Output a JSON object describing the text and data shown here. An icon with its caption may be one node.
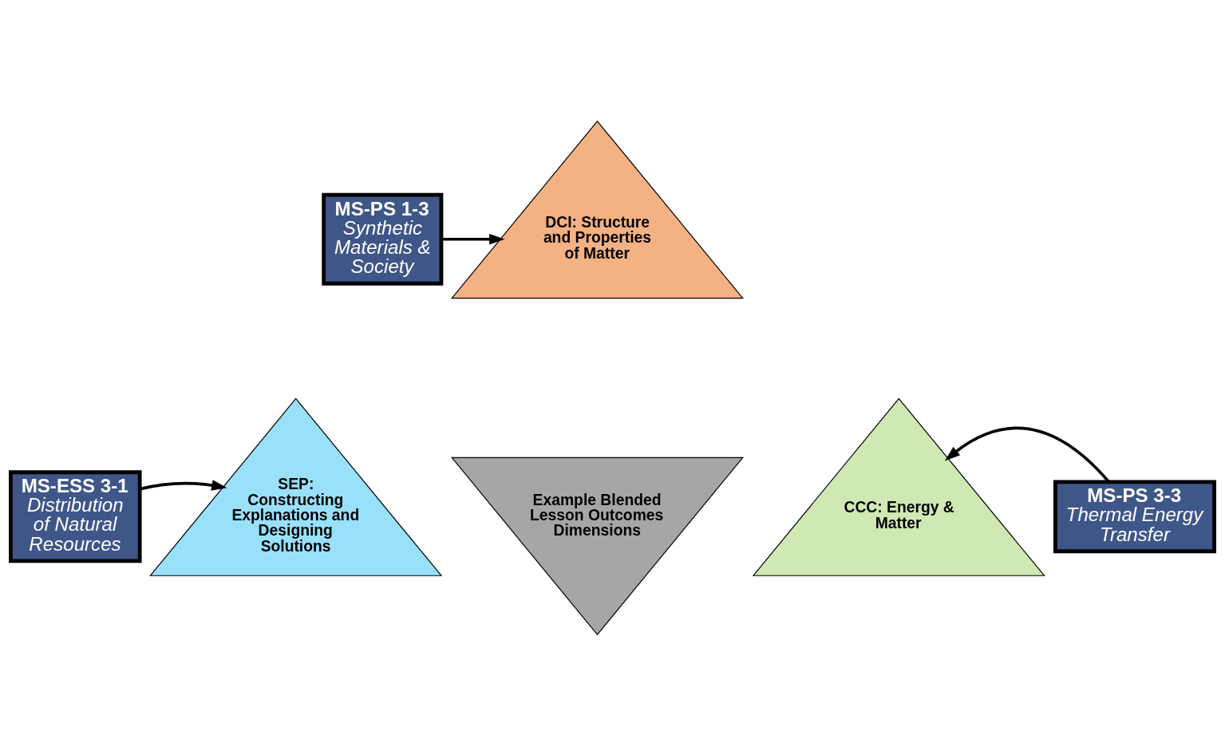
{
  "diagram": {
    "nodes": [
      {
        "text": [
          "MS-PS 1-3",
          "Synthetic Materials & Society"
        ]
      },
      {
        "text": [
          "DCI: Structure and Properties of Matter"
        ]
      },
      {
        "text": [
          "MS-ESS 3-1",
          "Distribution of Natural Resources"
        ]
      },
      {
        "text": [
          "SEP:",
          "Constructing Explanations and Designing Solutions"
        ]
      },
      {
        "text": [
          "Example Blended Lesson Outcomes Dimensions"
        ]
      },
      {
        "text": [
          "CCC: Energy & Matter"
        ]
      },
      {
        "text": [
          "MS-PS 3-3",
          "Thermal Energy Transfer"
        ]
      }
    ],
    "edges": [
      {
        "from": 0,
        "to": 1,
        "arrow": "to"
      },
      {
        "from": 2,
        "to": 3,
        "arrow": "to"
      },
      {
        "from": 6,
        "to": 5,
        "arrow": "to"
      }
    ]
  }
}
